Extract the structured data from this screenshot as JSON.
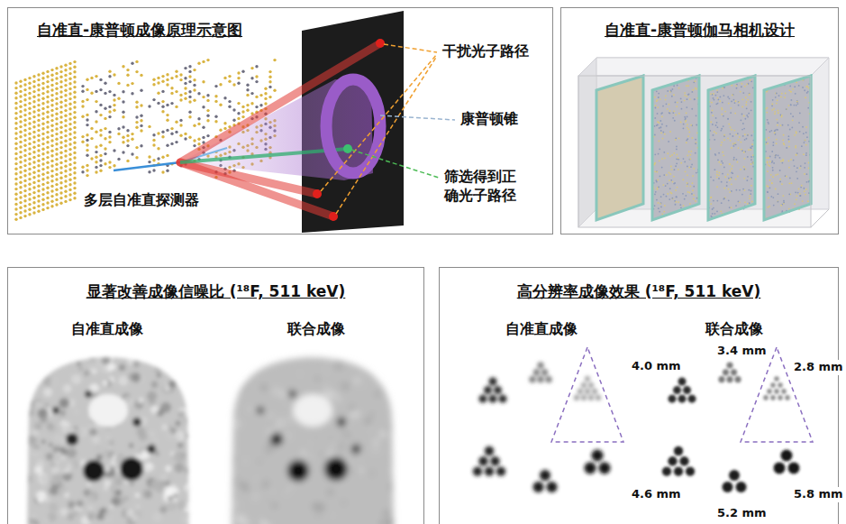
{
  "diagram": {
    "nodes": [
      {
        "text": [
          "自准直-康普顿成像原理示意图"
        ]
      },
      {
        "text": [
          "自准直-康普顿伽马相机设计"
        ]
      },
      {
        "text": [
          "显著改善成像信噪比 (¹⁸F, 511 keV)"
        ]
      },
      {
        "text": [
          "高分辨率成像效果 (¹⁸F, 511 keV)"
        ]
      }
    ],
    "labels": [
      "干扰光子路径",
      "康普顿锥",
      "筛选得到正确光子路径",
      "多层自准直探测器",
      "自准直成像",
      "联合成像",
      "自准直成像",
      "联合成像",
      "4.0 mm",
      "3.4 mm",
      "2.8 mm",
      "4.6 mm",
      "5.2 mm",
      "5.8 mm"
    ]
  }
}
